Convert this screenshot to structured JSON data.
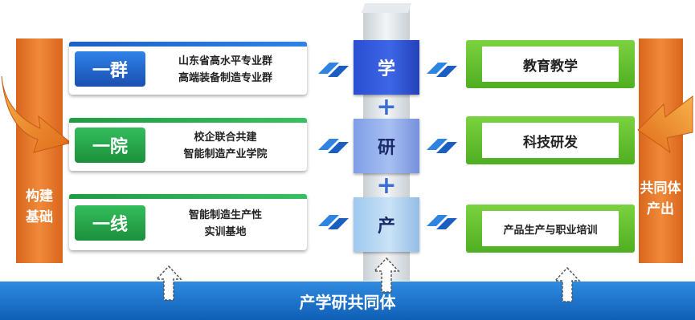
{
  "left_pillar": {
    "label_line1": "构建",
    "label_line2": "基础"
  },
  "right_pillar": {
    "label_line1": "共同体",
    "label_line2": "产出"
  },
  "rows": [
    {
      "tag": "一群",
      "line1": "山东省高水平专业群",
      "line2": "高端装备制造专业群",
      "cube": "学",
      "output": "教育教学"
    },
    {
      "tag": "一院",
      "line1": "校企联合共建",
      "line2": "智能制造产业学院",
      "cube": "研",
      "output": "科技研发"
    },
    {
      "tag": "一线",
      "line1": "智能制造生产性",
      "line2": "实训基地",
      "cube": "产",
      "output": "产品生产与职业培训"
    }
  ],
  "plus_symbol": "+",
  "bottom_band": {
    "title": "产学研共同体"
  },
  "colors": {
    "orange": "#e8782a",
    "blue_tag": "#1e5fc4",
    "green_tag": "#2aa84a",
    "green_frame": "#5cbf2a",
    "cube_dark": "#2f54d6",
    "cube_light": "#8ea9e8",
    "band": "#1a6fcc"
  }
}
